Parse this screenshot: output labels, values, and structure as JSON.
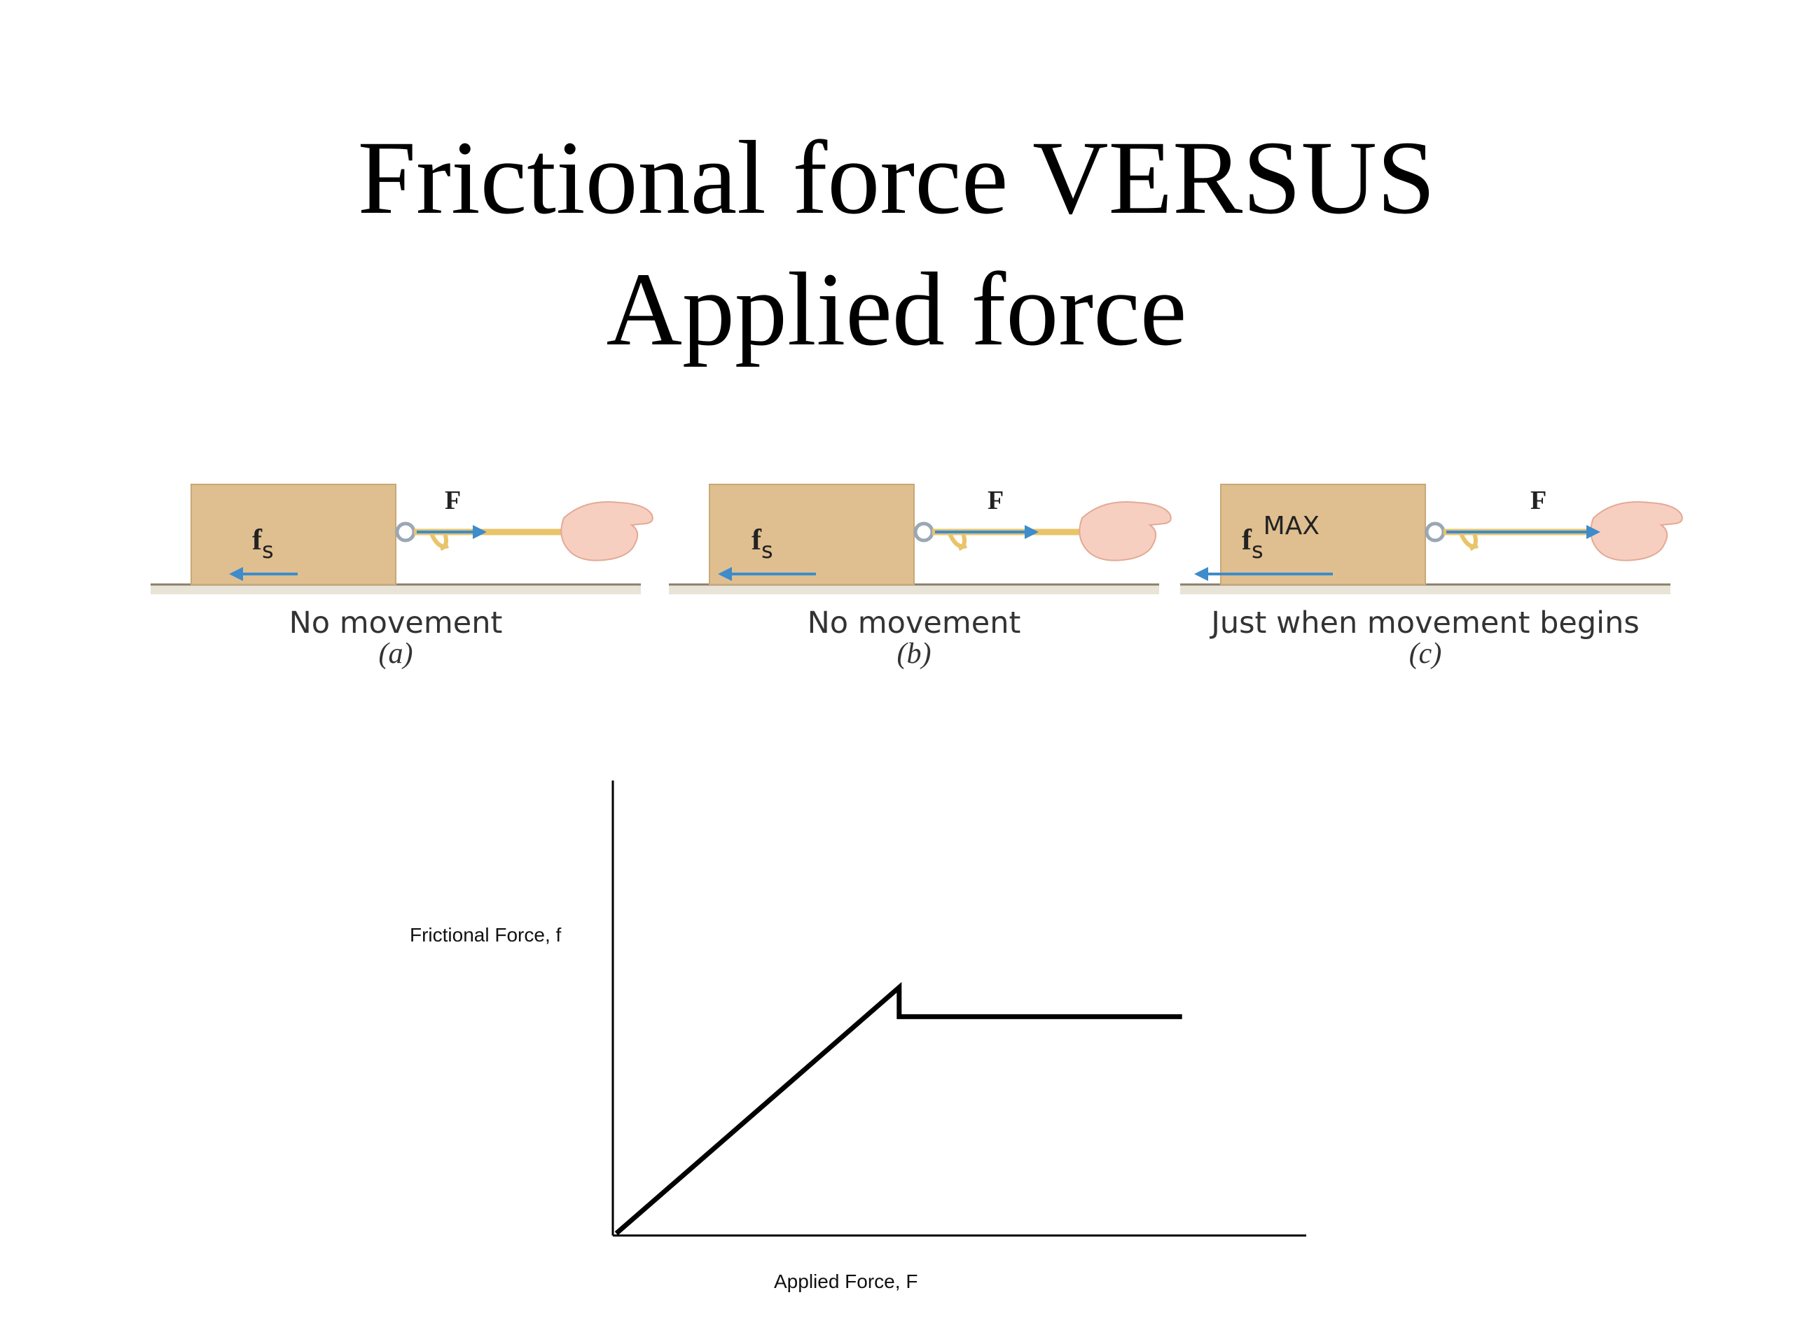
{
  "title": {
    "line1": "Frictional force VERSUS",
    "line2": "Applied force"
  },
  "panels": [
    {
      "force_label": "F",
      "friction_label": "f",
      "friction_sub": "s",
      "friction_sup": "",
      "caption": "No movement",
      "sublabel": "(a)"
    },
    {
      "force_label": "F",
      "friction_label": "f",
      "friction_sub": "s",
      "friction_sup": "",
      "caption": "No movement",
      "sublabel": "(b)"
    },
    {
      "force_label": "F",
      "friction_label": "f",
      "friction_sub": "s",
      "friction_sup": "MAX",
      "caption": "Just when movement begins",
      "sublabel": "(c)"
    }
  ],
  "colors": {
    "block": "#dfbf8f",
    "arrow": "#3d8ccb",
    "rope": "#e8c46a",
    "hand": "#f6cfc0"
  },
  "graph": {
    "xlabel": "Applied Force, F",
    "ylabel": "Frictional Force, f",
    "x_range": [
      0,
      10
    ],
    "y_range": [
      0,
      10
    ],
    "curve": [
      [
        0,
        0
      ],
      [
        4.1,
        5.45
      ],
      [
        4.1,
        4.8
      ],
      [
        8.2,
        4.8
      ]
    ]
  }
}
